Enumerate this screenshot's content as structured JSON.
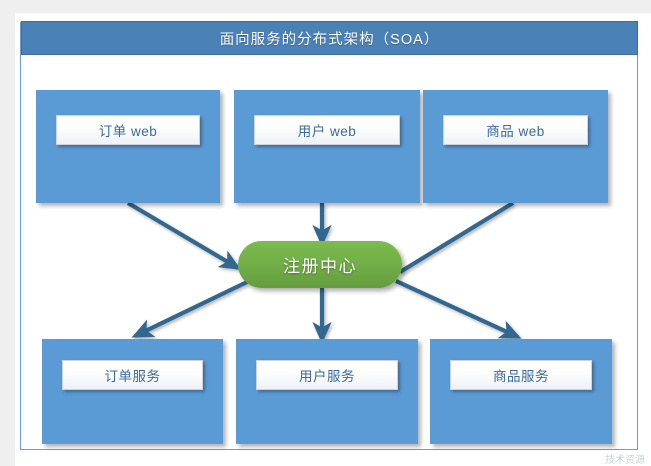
{
  "page": {
    "background_color": "#efefef",
    "card_background": "#ffffff"
  },
  "header": {
    "title": "面向服务的分布式架构（SOA）",
    "background_color": "#4a82b8",
    "text_color": "#ffffff"
  },
  "palette": {
    "node_blue": "#5b9bd5",
    "registry_green": "#70ad47",
    "arrow_blue": "#31688f",
    "label_text": "#3a6b9e",
    "panel_border": "#6b9ed0"
  },
  "diagram": {
    "type": "architecture-diagram",
    "consumer_tier": {
      "tier_name": "web",
      "nodes": [
        {
          "id": "order-web",
          "label": "订单 web"
        },
        {
          "id": "user-web",
          "label": "用户 web"
        },
        {
          "id": "product-web",
          "label": "商品 web"
        }
      ]
    },
    "registry": {
      "id": "registry",
      "label": "注册中心",
      "shape": "rounded-pill",
      "color": "#70ad47"
    },
    "provider_tier": {
      "tier_name": "service",
      "nodes": [
        {
          "id": "order-service",
          "label": "订单服务"
        },
        {
          "id": "user-service",
          "label": "用户服务"
        },
        {
          "id": "product-service",
          "label": "商品服务"
        }
      ]
    },
    "connections": [
      {
        "from": "order-web",
        "to": "registry",
        "style": "arrow",
        "direction": "down-right"
      },
      {
        "from": "user-web",
        "to": "registry",
        "style": "arrow",
        "direction": "down"
      },
      {
        "from": "product-web",
        "to": "registry",
        "style": "plain-line",
        "direction": "down-left"
      },
      {
        "from": "registry",
        "to": "order-service",
        "style": "arrow",
        "direction": "down-left"
      },
      {
        "from": "registry",
        "to": "user-service",
        "style": "arrow",
        "direction": "down"
      },
      {
        "from": "registry",
        "to": "product-service",
        "style": "arrow",
        "direction": "down-right"
      }
    ]
  },
  "watermark": {
    "text": "技术资源"
  }
}
